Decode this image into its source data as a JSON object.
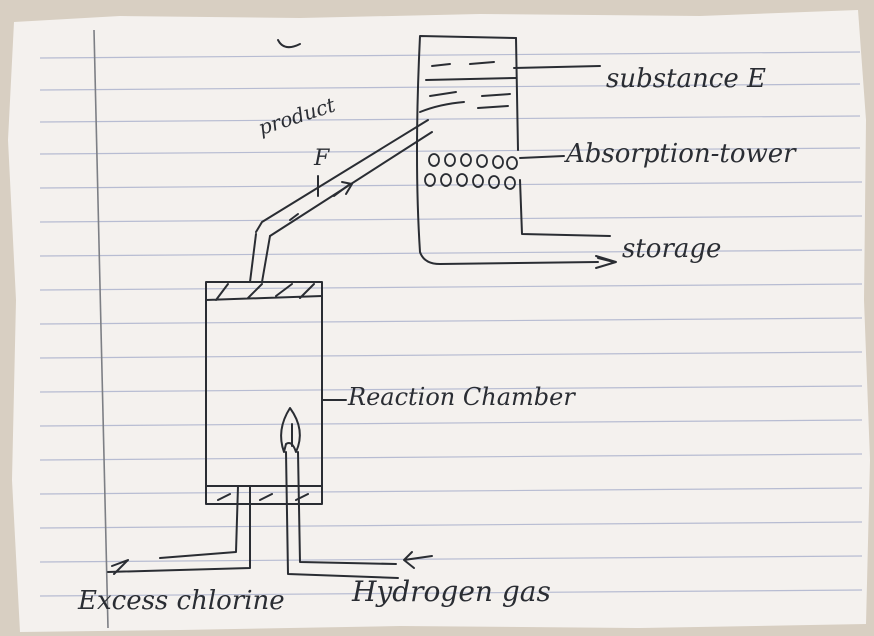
{
  "diagram": {
    "labels": {
      "substance_e": "substance E",
      "absorption_tower": "Absorption-tower",
      "storage": "storage",
      "product": "product",
      "product_letter": "F",
      "reaction_chamber": "Reaction Chamber",
      "excess_chlorine": "Excess chlorine",
      "hydrogen_gas": "Hydrogen gas"
    },
    "colors": {
      "paper": "#f4f1ee",
      "ink": "#2a2d33",
      "rule": "#b7bcd2",
      "margin": "#7d7f85"
    }
  }
}
